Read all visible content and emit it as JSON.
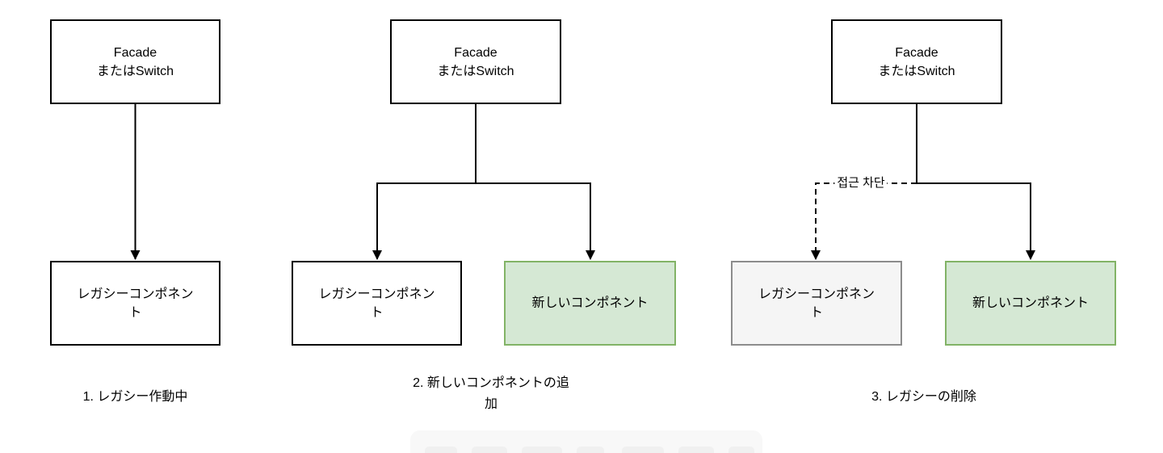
{
  "panels": [
    {
      "facade_label": "Facade\nまたはSwitch",
      "legacy_label": "レガシーコンポネン\nト",
      "caption": "1. レガシー作動中"
    },
    {
      "facade_label": "Facade\nまたはSwitch",
      "legacy_label": "レガシーコンポネン\nト",
      "new_label": "新しいコンポネント",
      "caption": "2. 新しいコンポネントの追\n加"
    },
    {
      "facade_label": "Facade\nまたはSwitch",
      "legacy_label": "レガシーコンポネン\nト",
      "new_label": "新しいコンポネント",
      "caption": "3. レガシーの削除",
      "edge_label": "접근 차단"
    }
  ],
  "colors": {
    "line": "#000000",
    "box_border": "#000000",
    "box_fill": "#ffffff",
    "new_component_fill": "#d5e8d4",
    "new_component_border": "#82b366",
    "disabled_legacy_fill": "#f5f5f5",
    "disabled_legacy_border": "#8c8c8c"
  }
}
